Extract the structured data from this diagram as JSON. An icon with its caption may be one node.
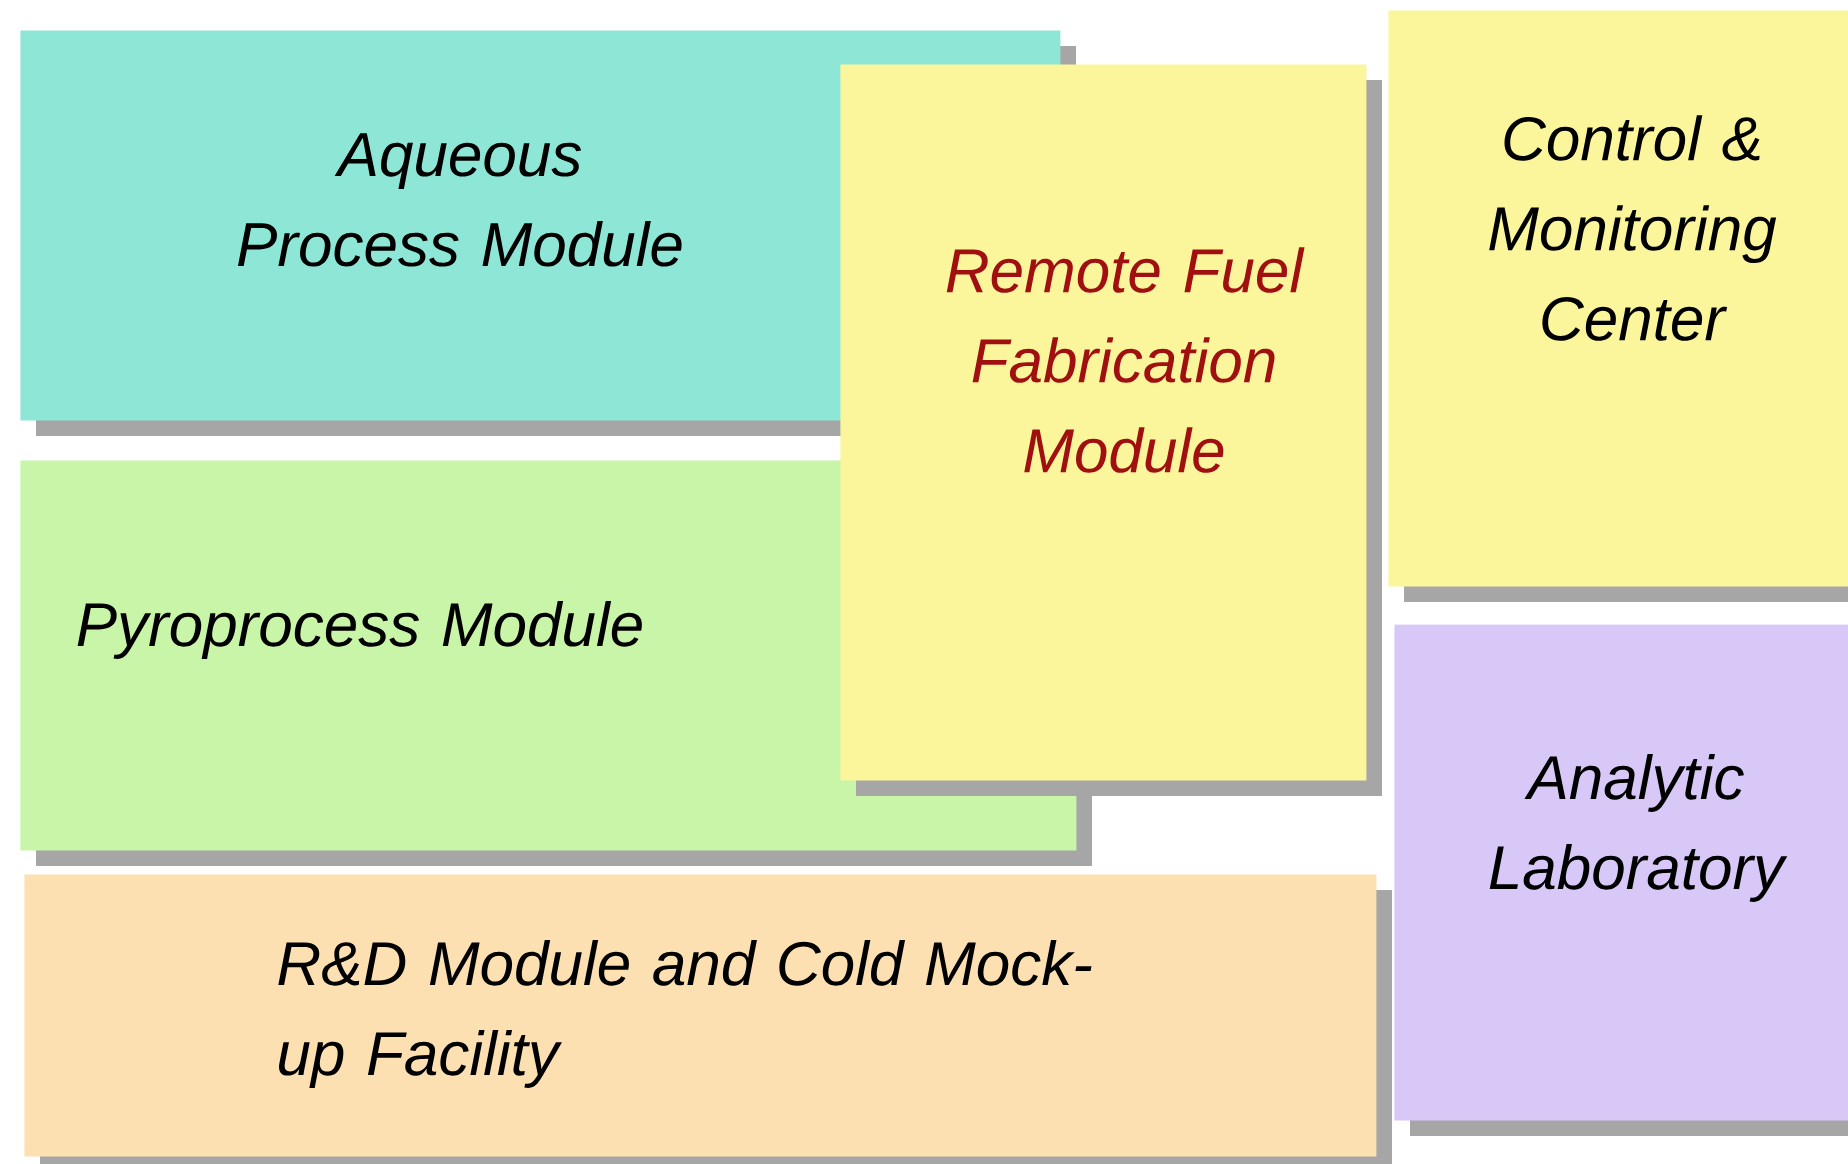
{
  "diagram": {
    "nodes": [
      {
        "text": [
          "Aqueous Process Module"
        ]
      },
      {
        "text": [
          "Pyroprocess Module"
        ]
      },
      {
        "text": [
          "Remote Fuel Fabrication Module"
        ]
      },
      {
        "text": [
          "Control & Monitoring Center"
        ]
      },
      {
        "text": [
          "Analytic Laboratory"
        ]
      },
      {
        "text": [
          "R&D Module and Cold Mock-up Facility"
        ]
      }
    ]
  }
}
